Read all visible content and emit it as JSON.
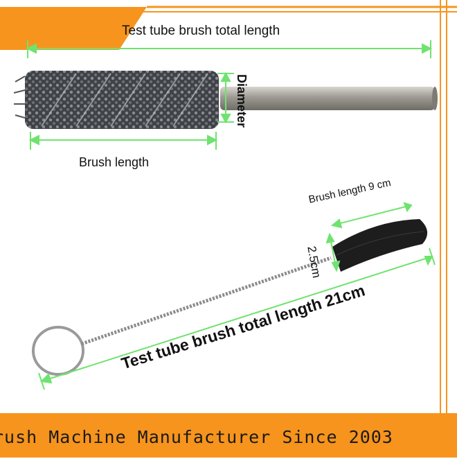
{
  "labels": {
    "top_total": "Test tube brush total length",
    "diameter": "Diameter",
    "brush_length": "Brush length",
    "small_brush_length": "Brush length 9 cm",
    "small_diameter": "2.5cm",
    "bottom_total": "Test tube brush total length 21cm"
  },
  "footer": {
    "text": "rush Machine Manufacturer Since 2003"
  },
  "colors": {
    "accent_orange": "#f7941d",
    "dimension_green": "#6fe36f"
  }
}
